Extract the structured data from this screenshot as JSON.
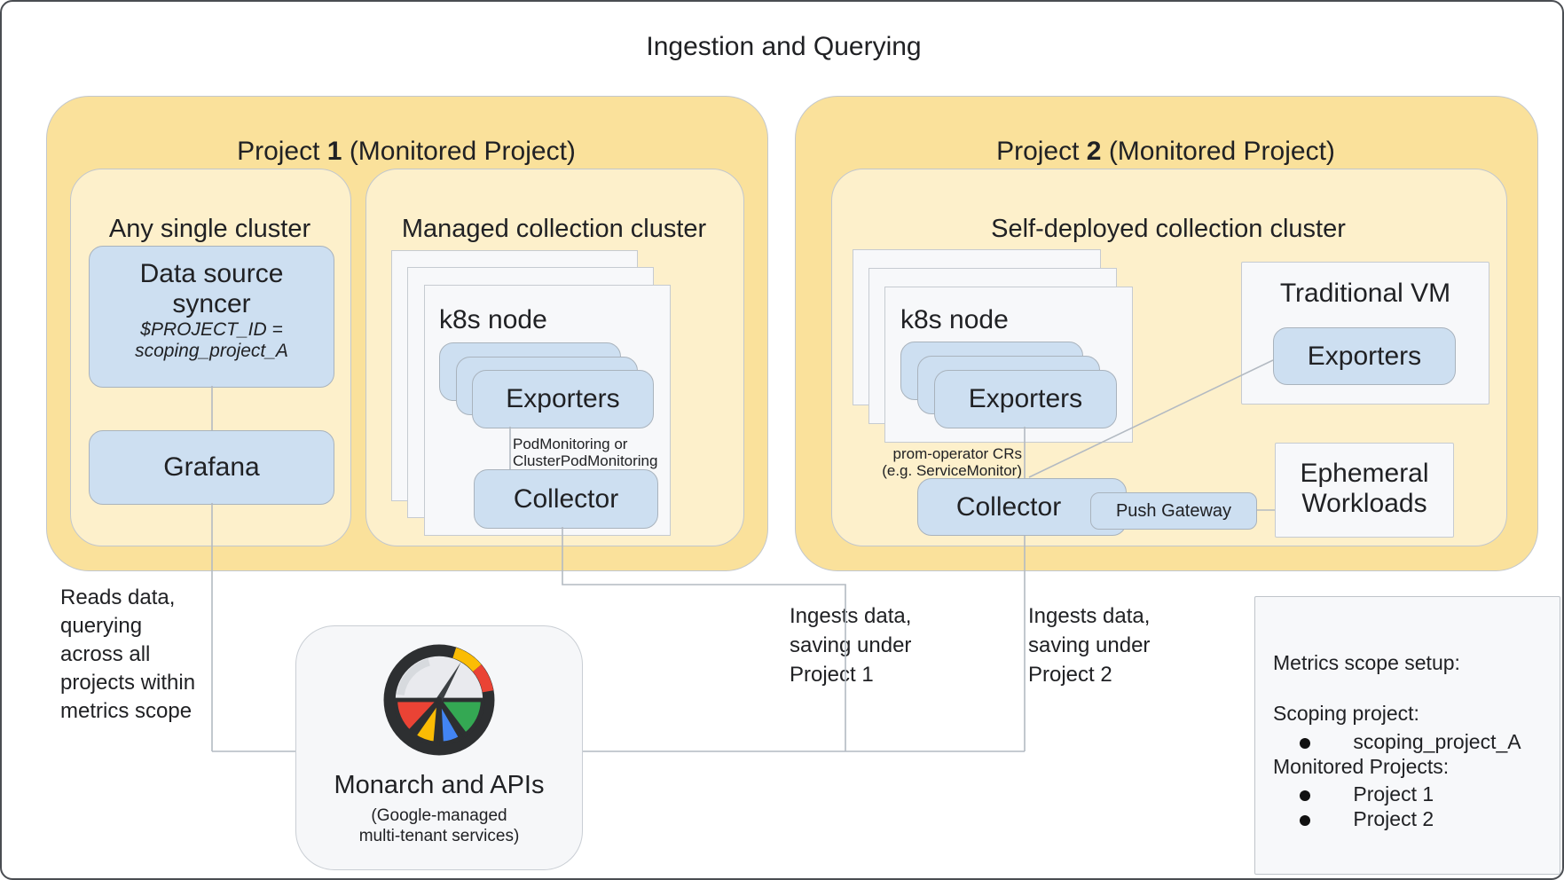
{
  "title": "Ingestion and Querying",
  "colors": {
    "project_fill": "#fae19b",
    "cluster_fill": "#fdf0cb",
    "node_fill": "#cddff1",
    "card_fill": "#f7f8fa",
    "line": "#b3bac2",
    "monarch_red": "#EA4335",
    "monarch_yellow": "#FBBC04",
    "monarch_green": "#34A853",
    "monarch_blue": "#4285F4",
    "monarch_ring": "#2d2f31"
  },
  "project1": {
    "label_prefix": "Project ",
    "label_number": "1",
    "label_suffix": " (Monitored Project)",
    "any_single_cluster": {
      "label": "Any single cluster",
      "data_source_syncer": {
        "line1": "Data source",
        "line2": "syncer",
        "note1": "$PROJECT_ID =",
        "note2": "scoping_project_A"
      },
      "grafana": "Grafana"
    },
    "managed_cluster": {
      "label": "Managed collection cluster",
      "k8s_node": "k8s node",
      "exporters": "Exporters",
      "caption1": "PodMonitoring or",
      "caption2": "ClusterPodMonitoring",
      "collector": "Collector"
    }
  },
  "project2": {
    "label_prefix": "Project ",
    "label_number": "2",
    "label_suffix": " (Monitored Project)",
    "cluster_label": "Self-deployed collection cluster",
    "k8s_node": "k8s node",
    "exporters": "Exporters",
    "caption1": "prom-operator CRs",
    "caption2": "(e.g. ServiceMonitor)",
    "collector": "Collector",
    "push_gateway": "Push Gateway",
    "traditional_vm": {
      "label": "Traditional VM",
      "exporters": "Exporters"
    },
    "ephemeral": {
      "line1": "Ephemeral",
      "line2": "Workloads"
    }
  },
  "annotations": {
    "reads": [
      "Reads data,",
      "querying",
      "across all",
      "projects within",
      "metrics scope"
    ],
    "ingest1": [
      "Ingests data,",
      "saving under",
      "Project 1"
    ],
    "ingest2": [
      "Ingests data,",
      "saving under",
      "Project 2"
    ]
  },
  "monarch": {
    "title": "Monarch and APIs",
    "sub1": "(Google-managed",
    "sub2": "multi-tenant services)"
  },
  "metrics_scope": {
    "title": "Metrics scope setup:",
    "scoping_label": "Scoping project:",
    "scoping_item": "scoping_project_A",
    "monitored_label": "Monitored Projects:",
    "monitored_item1": "Project 1",
    "monitored_item2": "Project 2"
  }
}
